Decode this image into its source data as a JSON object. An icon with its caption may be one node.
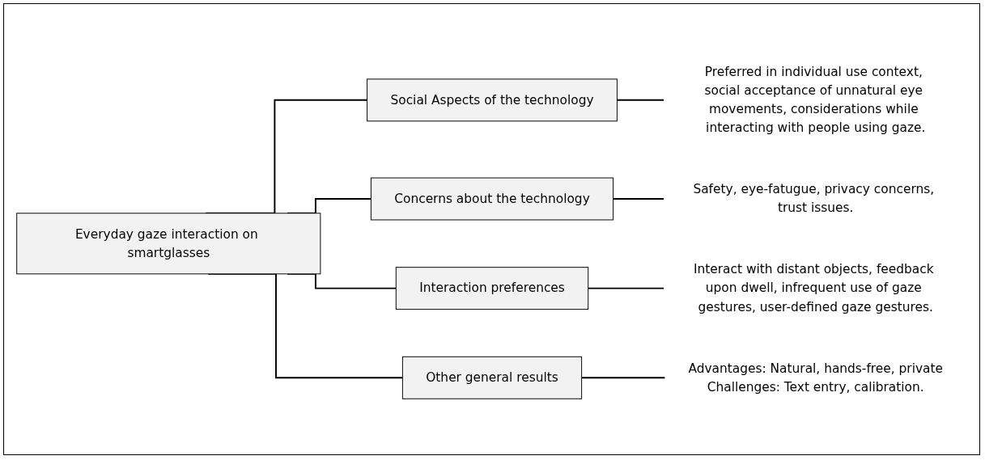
{
  "diagram": {
    "nodes": [
      {
        "text": [
          "Everyday gaze interaction on smartglasses"
        ]
      },
      {
        "text": [
          "Social Aspects of the technology"
        ]
      },
      {
        "text": [
          "Concerns about the technology"
        ]
      },
      {
        "text": [
          "Interaction preferences"
        ]
      },
      {
        "text": [
          "Other general results"
        ]
      },
      {
        "text": [
          "Preferred in individual use context, social acceptance of unnatural eye movements, considerations while interacting with people using gaze."
        ]
      },
      {
        "text": [
          "Safety, eye-fatugue, privacy concerns, trust issues."
        ]
      },
      {
        "text": [
          "Interact with distant objects, feedback upon dwell, infrequent use of gaze gestures, user-defined gaze gestures."
        ]
      },
      {
        "text": [
          "Advantages: Natural, hands-free, private",
          "Challenges: Text entry, calibration."
        ]
      }
    ],
    "edges": [
      {
        "from": 0,
        "to": 1,
        "arrow": "none"
      },
      {
        "from": 0,
        "to": 2,
        "arrow": "none"
      },
      {
        "from": 0,
        "to": 3,
        "arrow": "none"
      },
      {
        "from": 0,
        "to": 4,
        "arrow": "none"
      },
      {
        "from": 1,
        "to": 5,
        "arrow": "none"
      },
      {
        "from": 2,
        "to": 6,
        "arrow": "none"
      },
      {
        "from": 3,
        "to": 7,
        "arrow": "none"
      },
      {
        "from": 4,
        "to": 8,
        "arrow": "none"
      }
    ]
  }
}
